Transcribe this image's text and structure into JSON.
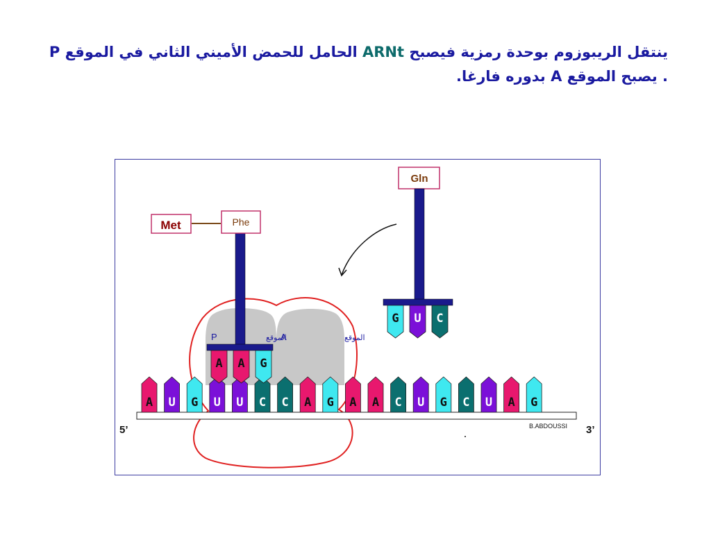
{
  "title": {
    "part1": "ينتقل الريبوزوم بوحدة رمزية فيصبح ",
    "trna": "ARNt",
    "part2": " الحامل للحمض الأميني الثاني في الموقع ",
    "site_p": "P",
    "part3": " . يصبح الموقع ",
    "site_a": "A",
    "part4": " بدوره فارغا."
  },
  "diagram": {
    "end5": "5’",
    "end3": "3’",
    "credit": "B.ABDOUSSI",
    "site_p_label": "P",
    "site_p_word": "الموقع",
    "site_a_label": "A",
    "site_a_word": "الموقع",
    "amino_met": "Met",
    "amino_phe": "Phe",
    "amino_gln": "Gln",
    "mrna": [
      "A",
      "U",
      "G",
      "U",
      "U",
      "C",
      "C",
      "A",
      "G",
      "A",
      "A",
      "C",
      "U",
      "G",
      "C",
      "U",
      "A",
      "G"
    ],
    "anticodon_p": [
      "A",
      "A",
      "G"
    ],
    "anticodon_incoming": [
      "G",
      "U",
      "C"
    ],
    "colors": {
      "A": "#e8186e",
      "U": "#7b10d8",
      "G": "#3fe8f0",
      "C": "#0b6f6f",
      "stem": "#1a1a8c",
      "ribosome": "#e02020"
    }
  }
}
